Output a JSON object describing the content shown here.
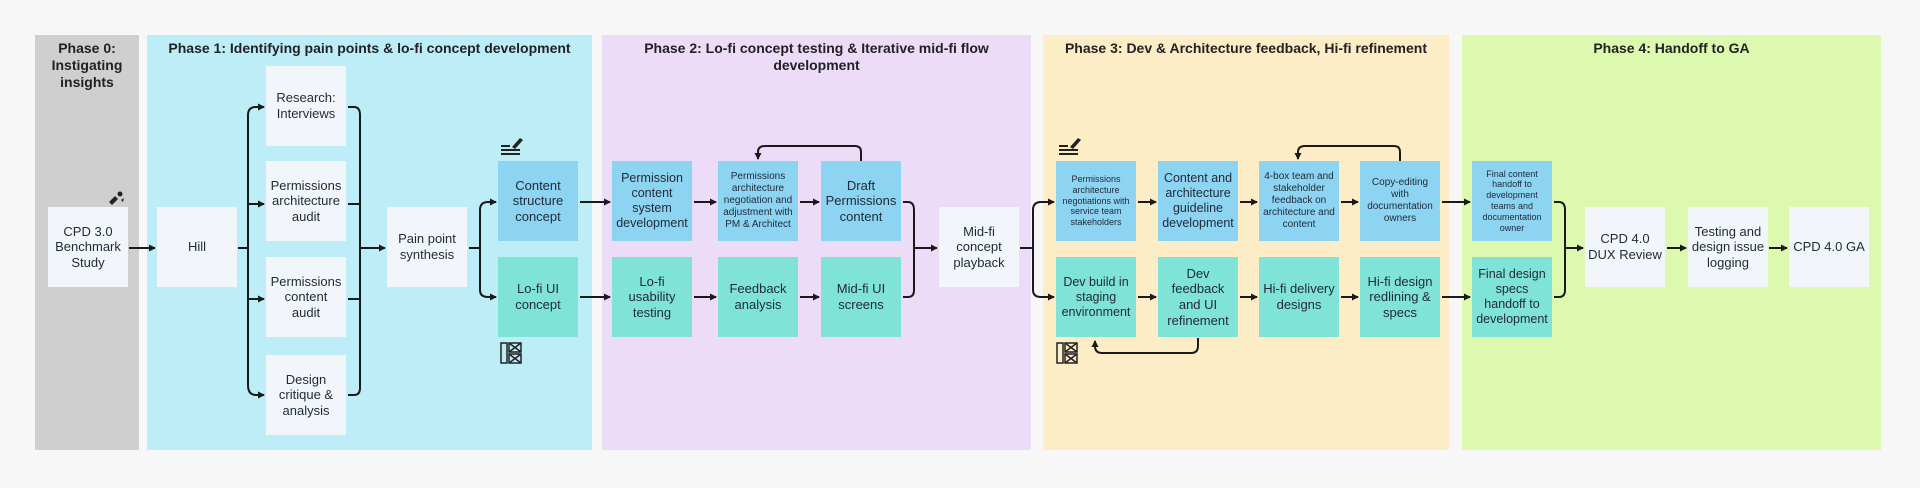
{
  "colors": {
    "phase0": "#cfcfcf",
    "phase1": "#bdeef7",
    "phase2": "#ecdcf8",
    "phase3": "#fcedc7",
    "phase4": "#ddf9b0",
    "white_node": "#f2f6fb",
    "blue_node": "#8dd3f2",
    "teal_node": "#7fe3d8",
    "connector": "#1a1a1a"
  },
  "phases": [
    {
      "title": "Phase 0: Instigating insights"
    },
    {
      "title": "Phase 1: Identifying pain points & lo-fi concept development"
    },
    {
      "title": "Phase 2: Lo-fi concept testing & Iterative mid-fi flow development"
    },
    {
      "title": "Phase 3: Dev & Architecture feedback, Hi-fi refinement"
    },
    {
      "title": "Phase 4: Handoff to GA"
    }
  ],
  "nodes": {
    "cpd30": "CPD 3.0 Benchmark Study",
    "hill": "Hill",
    "research": "Research: Interviews",
    "perm_arch_audit": "Permissions architecture audit",
    "perm_content_audit": "Permissions content audit",
    "design_critique": "Design critique & analysis",
    "pain_point": "Pain point synthesis",
    "content_structure": "Content structure concept",
    "lofi_ui": "Lo-fi UI concept",
    "perm_content_system": "Permission content system development",
    "perm_arch_negotiation": "Permissions architecture negotiation and adjustment with PM & Architect",
    "draft_perm": "Draft Permissions content",
    "lofi_usability": "Lo-fi usability testing",
    "feedback_analysis": "Feedback analysis",
    "midfi_screens": "Mid-fi UI screens",
    "midfi_playback": "Mid-fi concept playback",
    "perm_arch_service": "Permissions architecture negotiations with service team stakeholders",
    "content_guideline": "Content and architecture guideline development",
    "four_box": "4-box team and stakeholder feedback on architecture and content",
    "copy_editing": "Copy-editing with documentation owners",
    "dev_build": "Dev build in staging environment",
    "dev_feedback": "Dev feedback and UI refinement",
    "hifi_delivery": "Hi-fi delivery designs",
    "hifi_redlining": "Hi-fi design redlining & specs",
    "final_content": "Final content handoff to development teams and documentation owner",
    "final_specs": "Final design specs handoff to development",
    "dux_review": "CPD 4.0 DUX Review",
    "testing_logging": "Testing and design issue logging",
    "cpd40_ga": "CPD 4.0 GA"
  },
  "icons": [
    "content-writing-icon",
    "ui-wireframe-icon",
    "sparkle-icon"
  ]
}
